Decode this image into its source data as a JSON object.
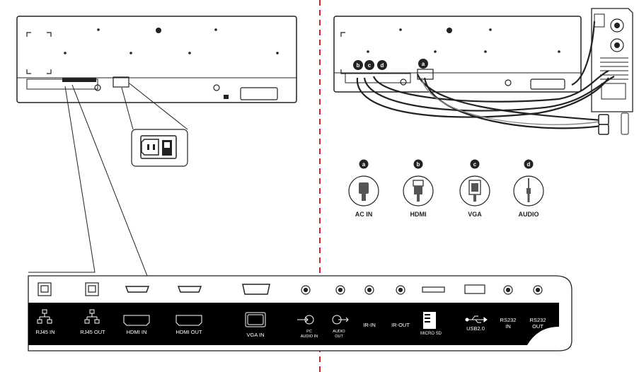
{
  "badges": {
    "a": "a",
    "b": "b",
    "c": "c",
    "d": "d"
  },
  "connectors": [
    {
      "badge": "a",
      "label": "AC IN"
    },
    {
      "badge": "b",
      "label": "HDMI"
    },
    {
      "badge": "c",
      "label": "VGA"
    },
    {
      "badge": "d",
      "label": "AUDIO"
    }
  ],
  "panel_labels": {
    "rj45_in": "RJ45 IN",
    "rj45_out": "RJ45 OUT",
    "hdmi_in": "HDMI IN",
    "hdmi_out": "HDMI OUT",
    "vga_in": "VGA IN",
    "pc_audio_in_1": "PC",
    "pc_audio_in_2": "AUDIO IN",
    "audio_out_1": "AUDIO",
    "audio_out_2": "OUT",
    "ir_in": "IR-IN",
    "ir_out": "IR-OUT",
    "micro_sd": "MICRO SD",
    "usb": "USB2.0",
    "rs232_in_1": "RS232",
    "rs232_in_2": "IN",
    "rs232_out_1": "RS232",
    "rs232_out_2": "OUT"
  },
  "colors": {
    "divider": "#d9262c",
    "panel": "#000000",
    "line": "#222222"
  }
}
